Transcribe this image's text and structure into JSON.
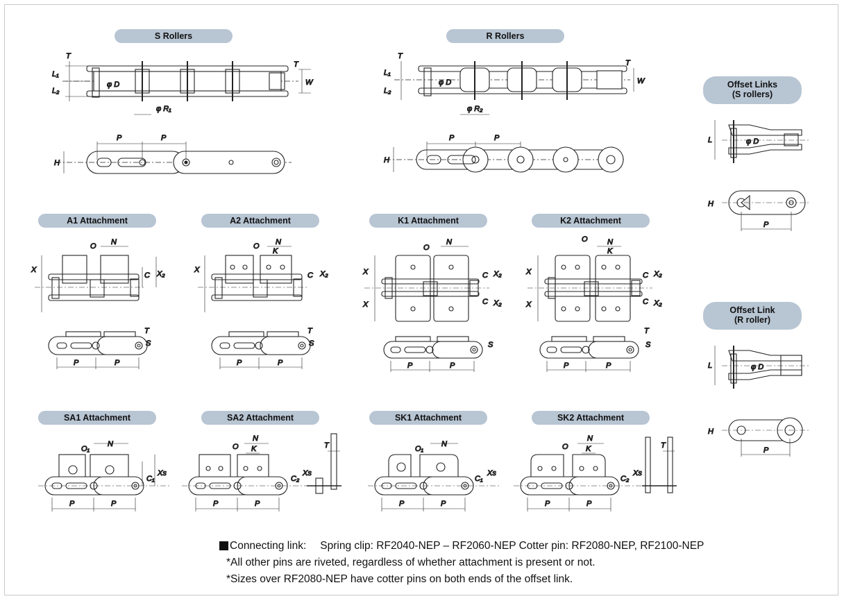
{
  "sections": {
    "s_rollers": "S Rollers",
    "r_rollers": "R Rollers",
    "offset_links_s": [
      "Offset Links",
      "(S rollers)"
    ],
    "offset_link_r": [
      "Offset Link",
      "(R roller)"
    ],
    "a1": "A1 Attachment",
    "a2": "A2 Attachment",
    "k1": "K1 Attachment",
    "k2": "K2 Attachment",
    "sa1": "SA1 Attachment",
    "sa2": "SA2 Attachment",
    "sk1": "SK1 Attachment",
    "sk2": "SK2 Attachment"
  },
  "dims": {
    "T": "T",
    "L1": "L₁",
    "L2": "L₂",
    "phiD": "φ D",
    "W": "W",
    "phiR1": "φ R₁",
    "phiR2": "φ R₂",
    "P": "P",
    "H": "H",
    "L": "L",
    "O": "O",
    "O1": "O₁",
    "N": "N",
    "K": "K",
    "X": "X",
    "C": "C",
    "X2": "X₂",
    "S": "S",
    "C1": "C₁",
    "C2": "C₂",
    "XS": "Xs"
  },
  "notes": {
    "line1_label": "Connecting link:",
    "line1_text": "Spring clip: RF2040-NEP – RF2060-NEP  Cotter pin: RF2080-NEP, RF2100-NEP",
    "line2": "*All other pins are riveted, regardless of whether attachment is present or not.",
    "line3": "*Sizes over RF2080-NEP have cotter pins on both ends of the offset link."
  }
}
